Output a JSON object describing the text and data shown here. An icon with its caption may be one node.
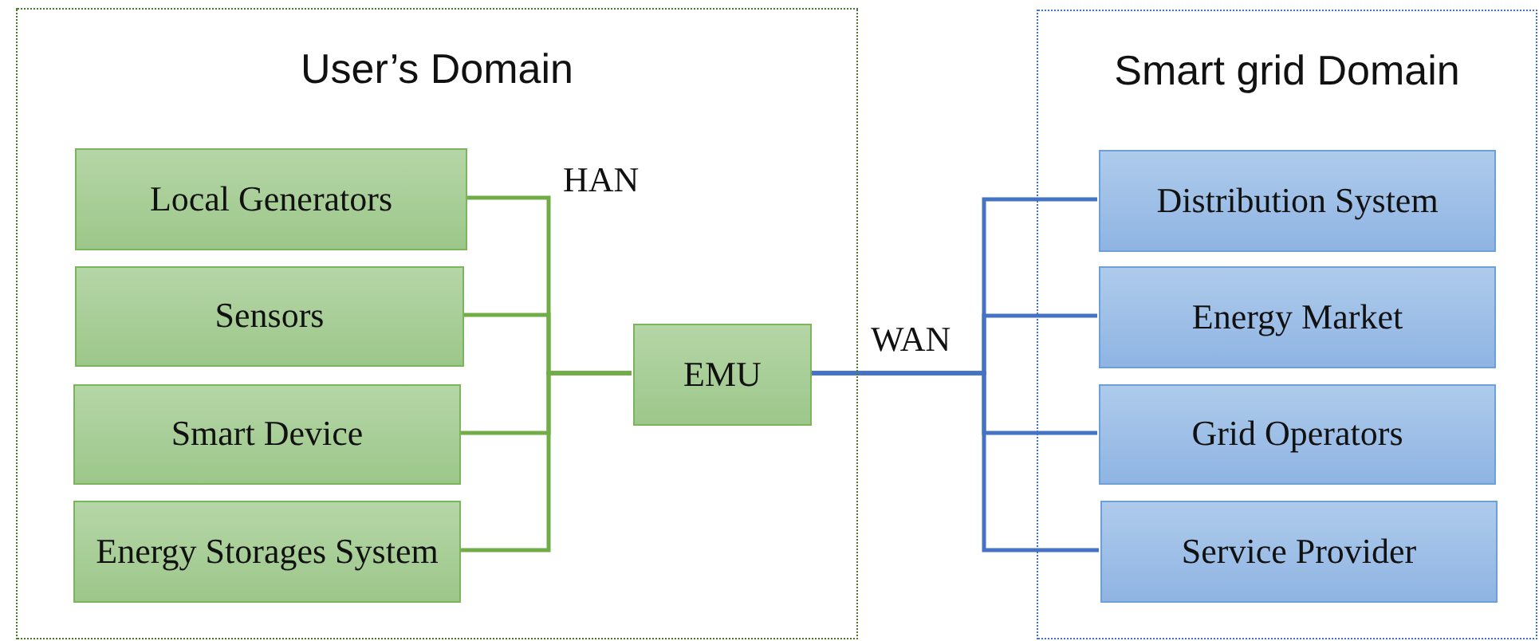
{
  "diagram": {
    "nodes": [
      {
        "text": [
          "User’s Domain"
        ]
      },
      {
        "text": [
          "Local Generators"
        ],
        "in": 0
      },
      {
        "text": [
          "Sensors"
        ],
        "in": 0
      },
      {
        "text": [
          "Smart Device"
        ],
        "in": 0
      },
      {
        "text": [
          "Energy Storages System"
        ],
        "in": 0
      },
      {
        "text": [
          "EMU"
        ],
        "in": 0
      },
      {
        "text": [
          "Smart grid Domain"
        ]
      },
      {
        "text": [
          "Distribution System"
        ],
        "in": 6
      },
      {
        "text": [
          "Energy Market"
        ],
        "in": 6
      },
      {
        "text": [
          "Grid Operators"
        ],
        "in": 6
      },
      {
        "text": [
          "Service Provider"
        ],
        "in": 6
      }
    ],
    "edges": [
      {
        "from": 1,
        "to": 5,
        "arrow": "none",
        "color": "#70ad47"
      },
      {
        "from": 2,
        "to": 5,
        "arrow": "none",
        "color": "#70ad47"
      },
      {
        "from": 3,
        "to": 5,
        "arrow": "none",
        "color": "#70ad47"
      },
      {
        "from": 4,
        "to": 5,
        "arrow": "none",
        "color": "#70ad47"
      },
      {
        "from": 5,
        "to": 7,
        "arrow": "none",
        "color": "#4472c4"
      },
      {
        "from": 5,
        "to": 8,
        "arrow": "none",
        "color": "#4472c4"
      },
      {
        "from": 5,
        "to": 9,
        "arrow": "none",
        "color": "#4472c4"
      },
      {
        "from": 5,
        "to": 10,
        "arrow": "none",
        "color": "#4472c4"
      }
    ],
    "labels": [
      "HAN",
      "WAN"
    ]
  }
}
